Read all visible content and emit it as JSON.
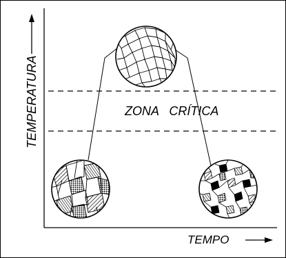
{
  "diagram": {
    "y_axis_label": "TEMPERATURA",
    "x_axis_label": "TEMPO",
    "zone_label": "ZONA   CRÍTICA",
    "grains": [
      {
        "name": "grao-inicial",
        "texture": "mixed-coarse"
      },
      {
        "name": "grao-aquecido",
        "texture": "uniform-coarse"
      },
      {
        "name": "grao-final",
        "texture": "fine-mixed"
      }
    ],
    "colors": {
      "ink": "#000000",
      "background": "#ffffff"
    }
  }
}
